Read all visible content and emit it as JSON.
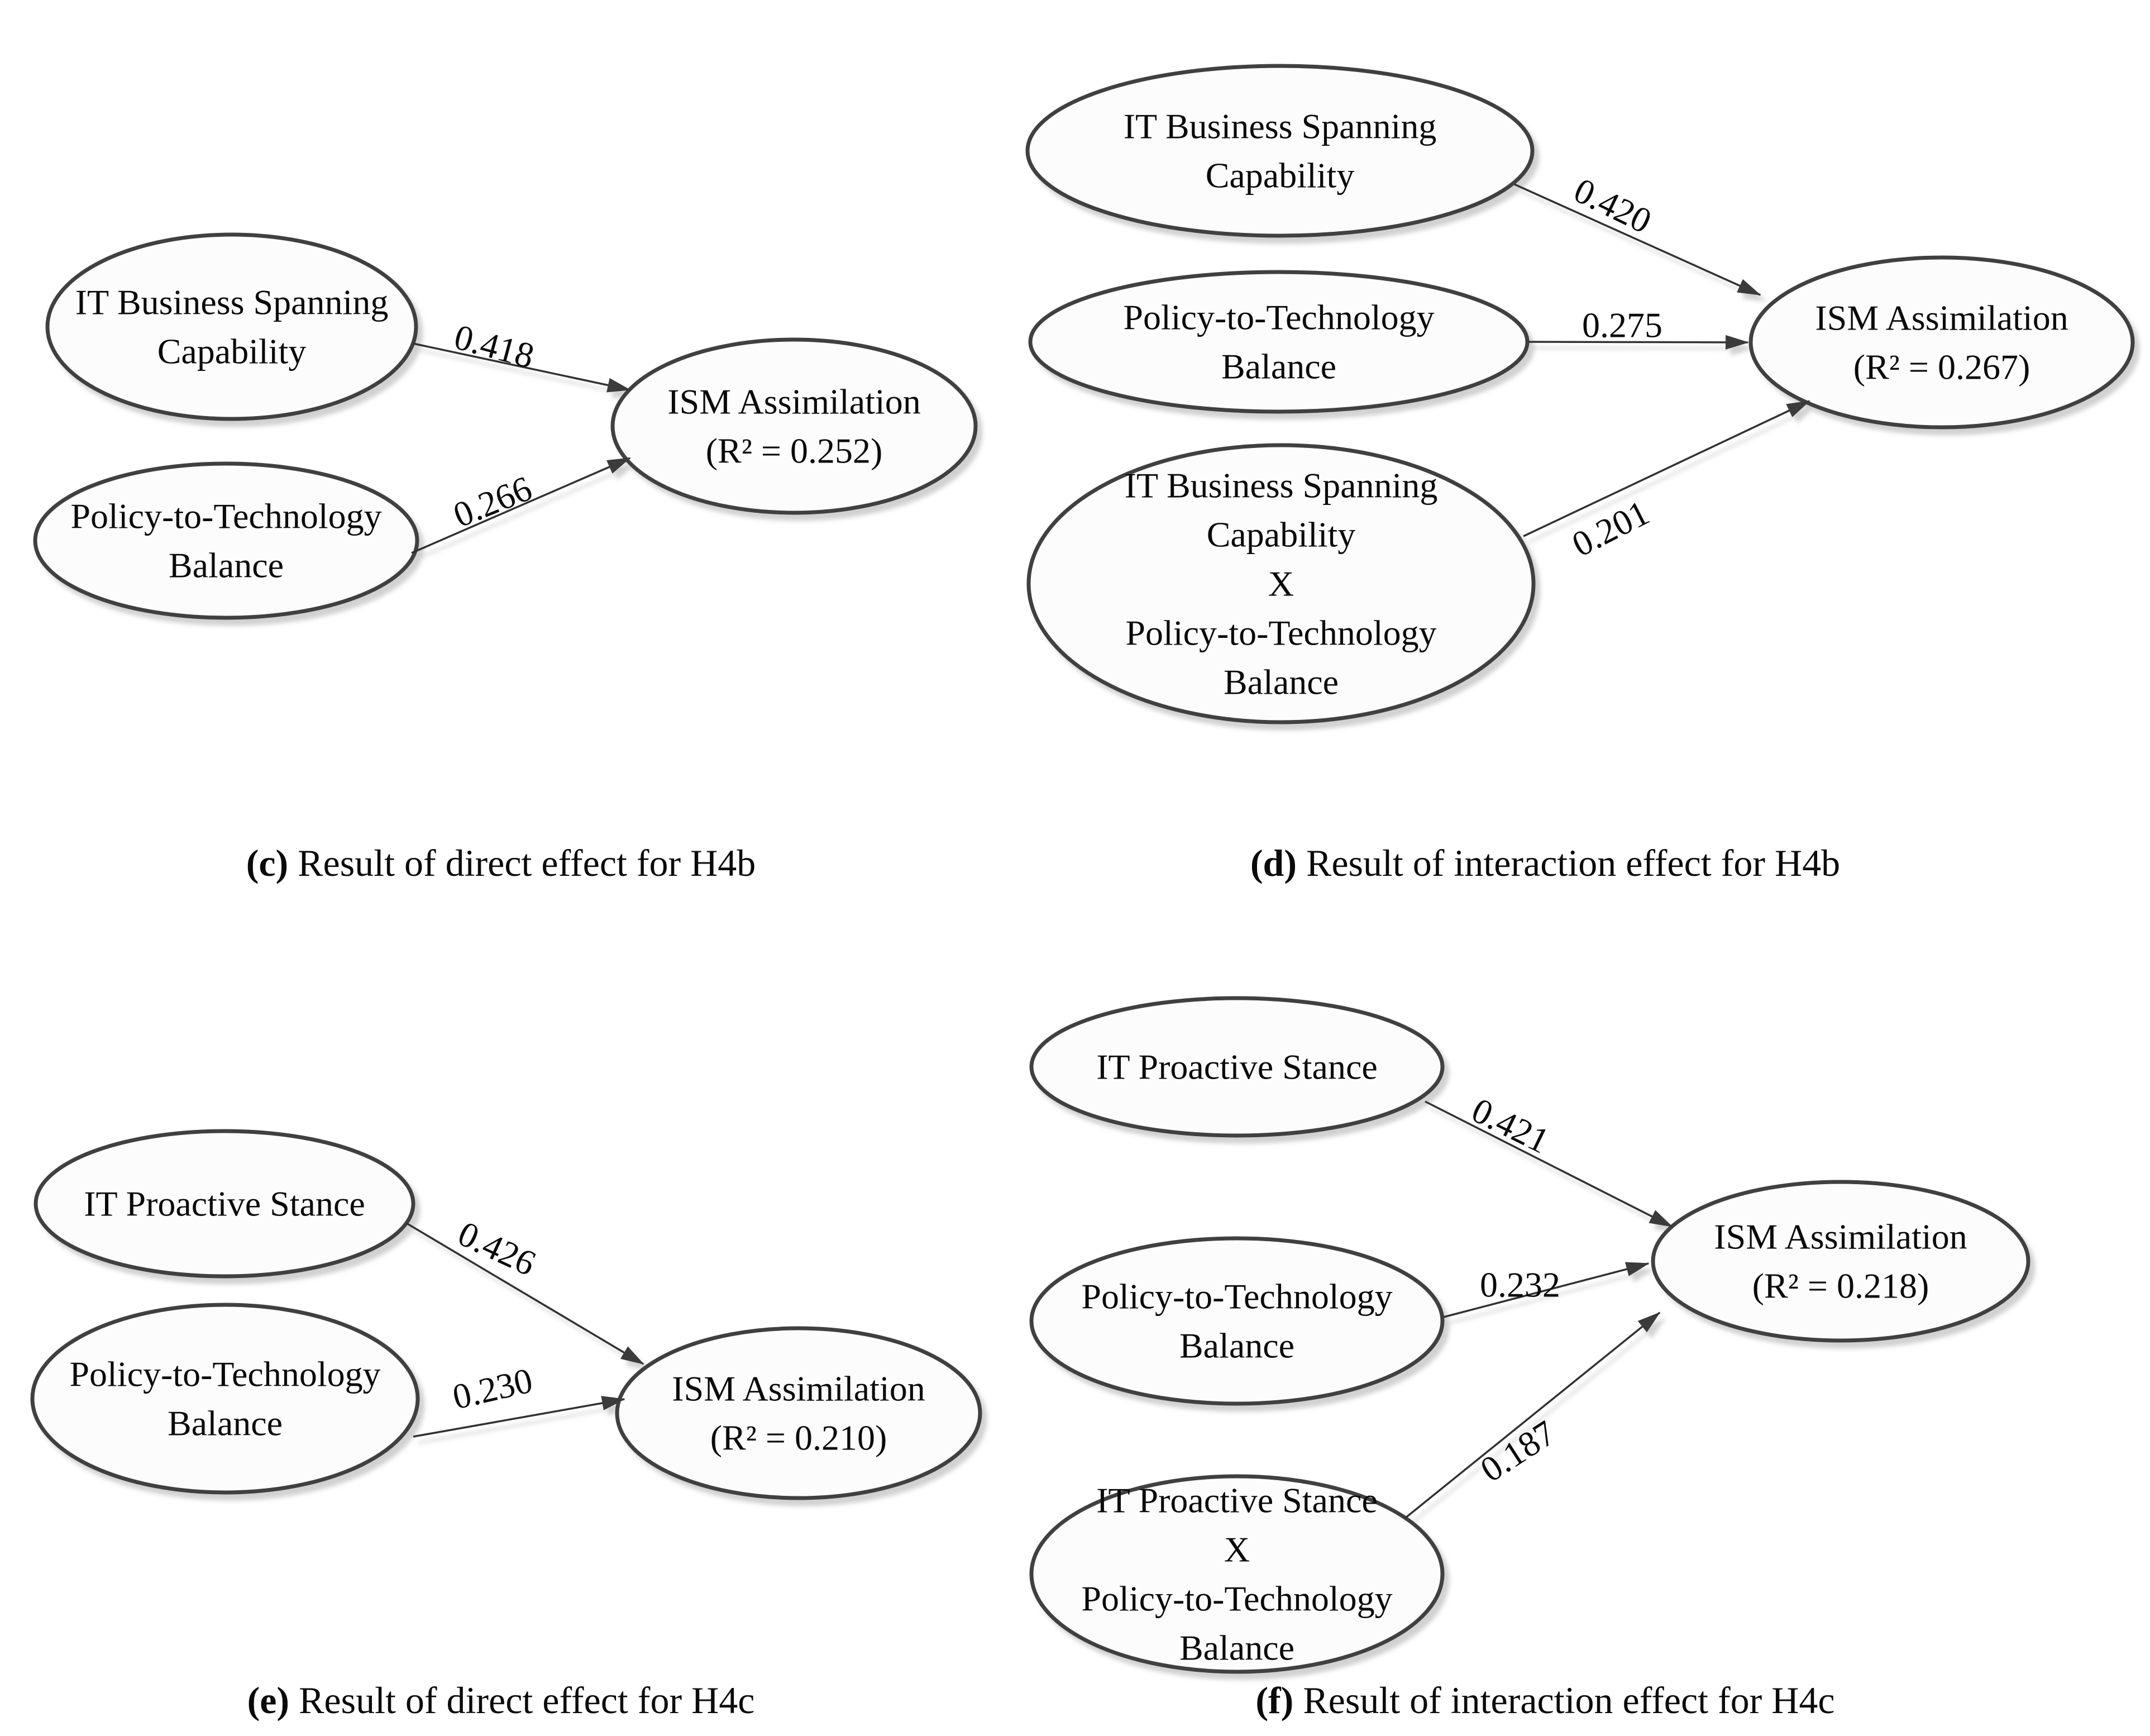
{
  "colors": {
    "ellipse_fill": "#fcfcfc",
    "ellipse_stroke": "#3f3f3f",
    "arrow_stroke": "#303030",
    "text": "#0a0a0a",
    "shadow": "#9a9a9a"
  },
  "panels": {
    "c": {
      "caption_letter": "(c)",
      "caption_text": " Result of direct effect for H4b",
      "nodes": {
        "n1": {
          "line1": "IT Business Spanning",
          "line2": "Capability"
        },
        "n2": {
          "line1": "Policy-to-Technology",
          "line2": "Balance"
        },
        "outcome": {
          "line1": "ISM Assimilation",
          "line2": "(R² = 0.252)"
        }
      },
      "coeffs": {
        "a1": "0.418",
        "a2": "0.266"
      }
    },
    "d": {
      "caption_letter": "(d)",
      "caption_text": " Result of interaction effect for H4b",
      "nodes": {
        "n1": {
          "line1": "IT Business Spanning",
          "line2": "Capability"
        },
        "n2": {
          "line1": "Policy-to-Technology",
          "line2": "Balance"
        },
        "n3": {
          "line1": "IT Business Spanning",
          "line2": "Capability",
          "line3": "X",
          "line4": "Policy-to-Technology",
          "line5": "Balance"
        },
        "outcome": {
          "line1": "ISM Assimilation",
          "line2": "(R² = 0.267)"
        }
      },
      "coeffs": {
        "a1": "0.420",
        "a2": "0.275",
        "a3": "0.201"
      }
    },
    "e": {
      "caption_letter": "(e)",
      "caption_text": " Result of direct effect for H4c",
      "nodes": {
        "n1": {
          "line1": "IT Proactive Stance"
        },
        "n2": {
          "line1": "Policy-to-Technology",
          "line2": "Balance"
        },
        "outcome": {
          "line1": "ISM Assimilation",
          "line2": "(R² = 0.210)"
        }
      },
      "coeffs": {
        "a1": "0.426",
        "a2": "0.230"
      }
    },
    "f": {
      "caption_letter": "(f)",
      "caption_text": " Result of interaction effect for H4c",
      "nodes": {
        "n1": {
          "line1": "IT Proactive Stance"
        },
        "n2": {
          "line1": "Policy-to-Technology",
          "line2": "Balance"
        },
        "n3": {
          "line1": "IT Proactive Stance",
          "line2": "X",
          "line3": "Policy-to-Technology",
          "line4": "Balance"
        },
        "outcome": {
          "line1": "ISM Assimilation",
          "line2": "(R² = 0.218)"
        }
      },
      "coeffs": {
        "a1": "0.421",
        "a2": "0.232",
        "a3": "0.187"
      }
    }
  }
}
